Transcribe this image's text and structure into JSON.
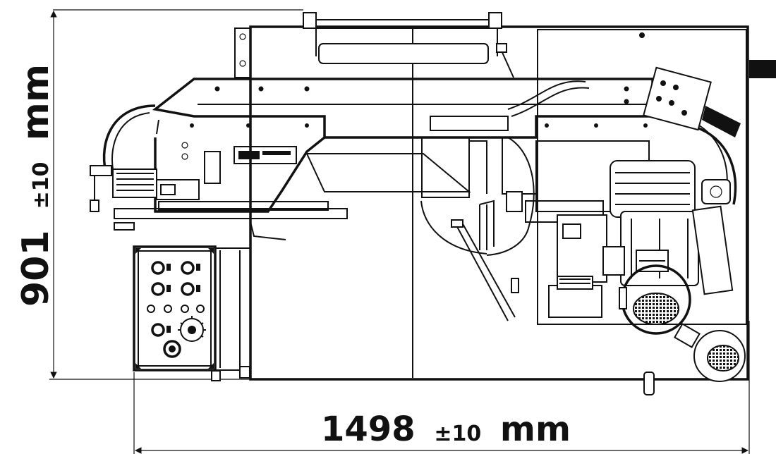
{
  "dimensions": {
    "height": {
      "value": "901",
      "tolerance": "±10",
      "unit": "mm"
    },
    "width": {
      "value": "1498",
      "tolerance": "±10",
      "unit": "mm"
    }
  },
  "colors": {
    "line": "#111111",
    "background": "#ffffff"
  },
  "icons": [
    "arrow-head-icon",
    "control-knob-icon",
    "potentiometer-dial-icon",
    "motor-fan-grille-icon"
  ]
}
